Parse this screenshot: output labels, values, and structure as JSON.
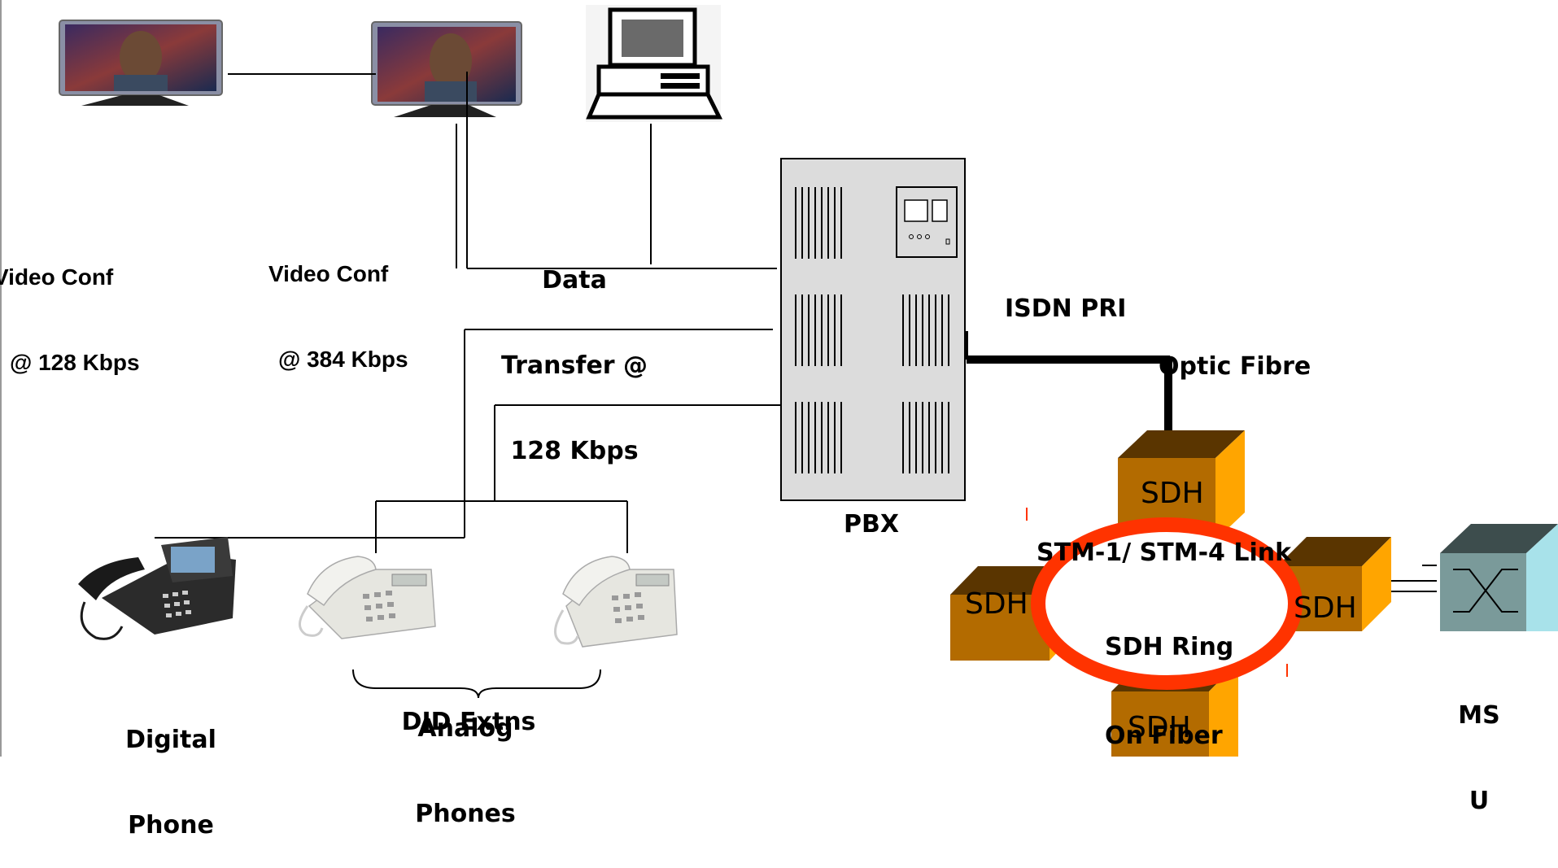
{
  "labels": {
    "video_conf_128_line1": "Video Conf",
    "video_conf_128_line2": "@ 128 Kbps",
    "video_conf_384_line1": "Video Conf",
    "video_conf_384_line2": "@ 384 Kbps",
    "data_transfer_line1": "Data",
    "data_transfer_line2": "Transfer @",
    "data_transfer_line3": "128 Kbps",
    "isdn_pri": "ISDN PRI",
    "optic_fibre": "Optic Fibre",
    "pbx": "PBX",
    "stm_link": "STM-1/ STM-4 Link",
    "sdh_ring_line1": "SDH Ring",
    "sdh_ring_line2": "On Fiber",
    "msu_line1": "MS",
    "msu_line2": "U",
    "digital_phone_line1": "Digital",
    "digital_phone_line2": "Phone",
    "analog_phones_line1": "Analog",
    "analog_phones_line2": "Phones",
    "did_extns": "DID Extns"
  },
  "sdh_nodes": [
    "SDH",
    "SDH",
    "SDH",
    "SDH"
  ],
  "icons": [
    "tv-monitor-icon",
    "tv-monitor-icon",
    "desktop-computer-icon",
    "pbx-cabinet-icon",
    "digital-phone-icon",
    "analog-phone-icon",
    "analog-phone-icon",
    "msu-switch-icon",
    "sdh-cube-icon"
  ],
  "colors": {
    "sdh_front": "#b36b00",
    "sdh_side": "#ffa500",
    "sdh_top": "#5a3500",
    "ring": "#ff3300",
    "pbx_body": "#dcdcdc",
    "msu_front": "#7a9a9a",
    "msu_side": "#a8e2ea",
    "msu_top": "#3d4d4d"
  }
}
